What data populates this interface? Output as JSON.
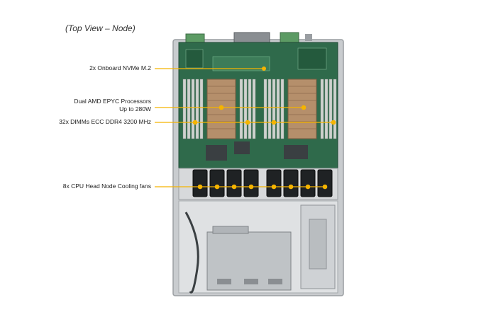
{
  "view_title": "(Top View – Node)",
  "callouts": {
    "nvme": "2x Onboard NVMe M.2",
    "cpu_line1": "Dual AMD EPYC Processors",
    "cpu_line2": "Up to 280W",
    "dimms": "32x DIMMs ECC DDR4 3200 MHz",
    "fans": "8x CPU Head Node Cooling fans"
  },
  "colors": {
    "leader": "#f5b400",
    "board": "#2f6a4b",
    "chassis": "#c9cccf",
    "dimm": "#cfd2cf",
    "heatsink": "#b58f6b",
    "fan": "#1f2224"
  }
}
